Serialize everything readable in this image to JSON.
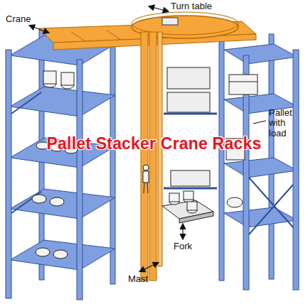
{
  "diagram": {
    "labels": [
      "Crane",
      "Turn table",
      "Pallet with load",
      "Fork",
      "Mast",
      "Pallet Stacker Crane Racks"
    ]
  }
}
